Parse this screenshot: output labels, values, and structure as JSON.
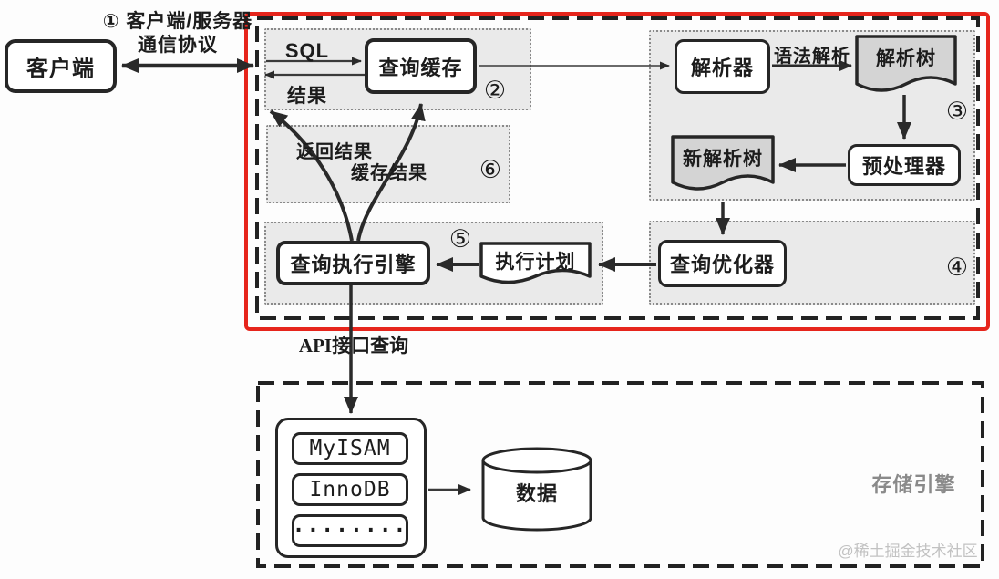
{
  "colors": {
    "red_frame": "#e6251c",
    "ink": "#262626",
    "region_fill": "#eaeaea",
    "doc_fill": "#d4d4d4",
    "muted_label": "#8a8a8a",
    "watermark": "#c2c2c2"
  },
  "client": {
    "label": "客户端"
  },
  "protocol": {
    "line1": "① 客户端/服务器",
    "line2": "通信协议"
  },
  "server": {
    "labels": {
      "sql": "SQL",
      "result": "结果",
      "return_result": "返回结果",
      "cache_result": "缓存结果",
      "syntax_parse": "语法解析",
      "api_query": "API接口查询"
    },
    "nodes": {
      "query_cache": "查询缓存",
      "parser": "解析器",
      "parse_tree": "解析树",
      "preprocessor": "预处理器",
      "new_parse_tree": "新解析树",
      "query_optimizer": "查询优化器",
      "execution_plan": "执行计划",
      "query_execution_engine": "查询执行引擎"
    },
    "steps": {
      "s2": "②",
      "s3": "③",
      "s4": "④",
      "s5": "⑤",
      "s6": "⑥"
    }
  },
  "storage": {
    "section_label": "存储引擎",
    "engines": [
      "MyISAM",
      "InnoDB",
      "········"
    ],
    "data_label": "数据"
  },
  "watermark": "@稀土掘金技术社区"
}
